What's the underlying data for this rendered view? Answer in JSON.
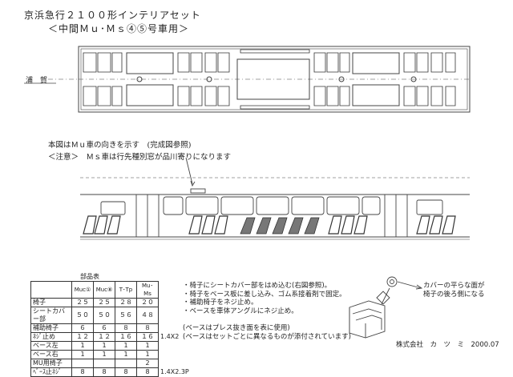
{
  "title": {
    "line1": "京浜急行２１００形インテリアセット",
    "line2": "＜中間Ｍｕ･Ｍｓ④⑤号車用＞"
  },
  "plan_label": "浦　賀",
  "notes": {
    "direction": "本図はＭｕ車の向きを示す　(完成図参照)",
    "caution": "＜注意＞　Ｍｓ車は行先種別窓が品川寄りになります"
  },
  "parts_table": {
    "caption": "部品表",
    "columns": [
      "",
      "Muc①",
      "Muc⑧",
      "T･Tp",
      "Mu･Ms"
    ],
    "rows": [
      {
        "label": "椅子",
        "values": [
          "２５",
          "２５",
          "２８",
          "２０"
        ],
        "extra": ""
      },
      {
        "label": "シートカバー部",
        "values": [
          "５０",
          "５０",
          "５６",
          "４８"
        ],
        "extra": ""
      },
      {
        "label": "補助椅子",
        "values": [
          "６",
          "６",
          "８",
          "８"
        ],
        "extra": ""
      },
      {
        "label": "ﾈｼﾞ止め",
        "values": [
          "１２",
          "１２",
          "１６",
          "１６"
        ],
        "extra": "1.4X2"
      },
      {
        "label": "ベース左",
        "values": [
          "1",
          "1",
          "1",
          "1"
        ],
        "extra": ""
      },
      {
        "label": "ベース右",
        "values": [
          "1",
          "1",
          "1",
          "1"
        ],
        "extra": ""
      },
      {
        "label": "MU用椅子",
        "values": [
          "",
          "",
          "",
          "2"
        ],
        "extra": ""
      },
      {
        "label": "ﾍﾞｰｽ止ﾈｼﾞ",
        "values": [
          "8",
          "8",
          "8",
          "8"
        ],
        "extra": "1.4X2.3P"
      }
    ]
  },
  "instructions": [
    "・椅子にシートカバー部をはめ込む(右図参照)。",
    "・椅子をベース板に差し込み、ゴム系接着剤で固定。",
    "・補助椅子をネジ止め。",
    "・ベースを車体アングルにネジ止め。",
    "",
    "(ベースはプレス抜き面を表に使用)",
    "(ベースはセットごとに異なるものが添付されています)"
  ],
  "callout": {
    "line1": "カバーの平らな面が",
    "line2": "椅子の後ろ側になる"
  },
  "company": "株式会社　カ　ツ　ミ　2000.07"
}
